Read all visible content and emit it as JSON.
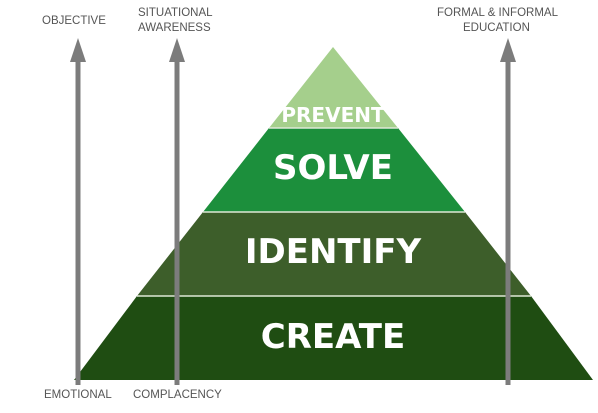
{
  "pyramid": {
    "tiers": [
      {
        "label": "PREVENT",
        "color": "#a5cf8c"
      },
      {
        "label": "SOLVE",
        "color": "#1c8f3c"
      },
      {
        "label": "IDENTIFY",
        "color": "#3d5e2a"
      },
      {
        "label": "CREATE",
        "color": "#1f4d12"
      }
    ],
    "separator_color": "#dfe9d6"
  },
  "arrows": {
    "color": "#7c7c7c",
    "top_left_label": "OBJECTIVE",
    "top_middle_label": [
      "SITUATIONAL",
      "AWARENESS"
    ],
    "top_right_label": [
      "FORMAL & INFORMAL",
      "EDUCATION"
    ],
    "bottom_left_label": "EMOTIONAL",
    "bottom_middle_label": "COMPLACENCY"
  }
}
